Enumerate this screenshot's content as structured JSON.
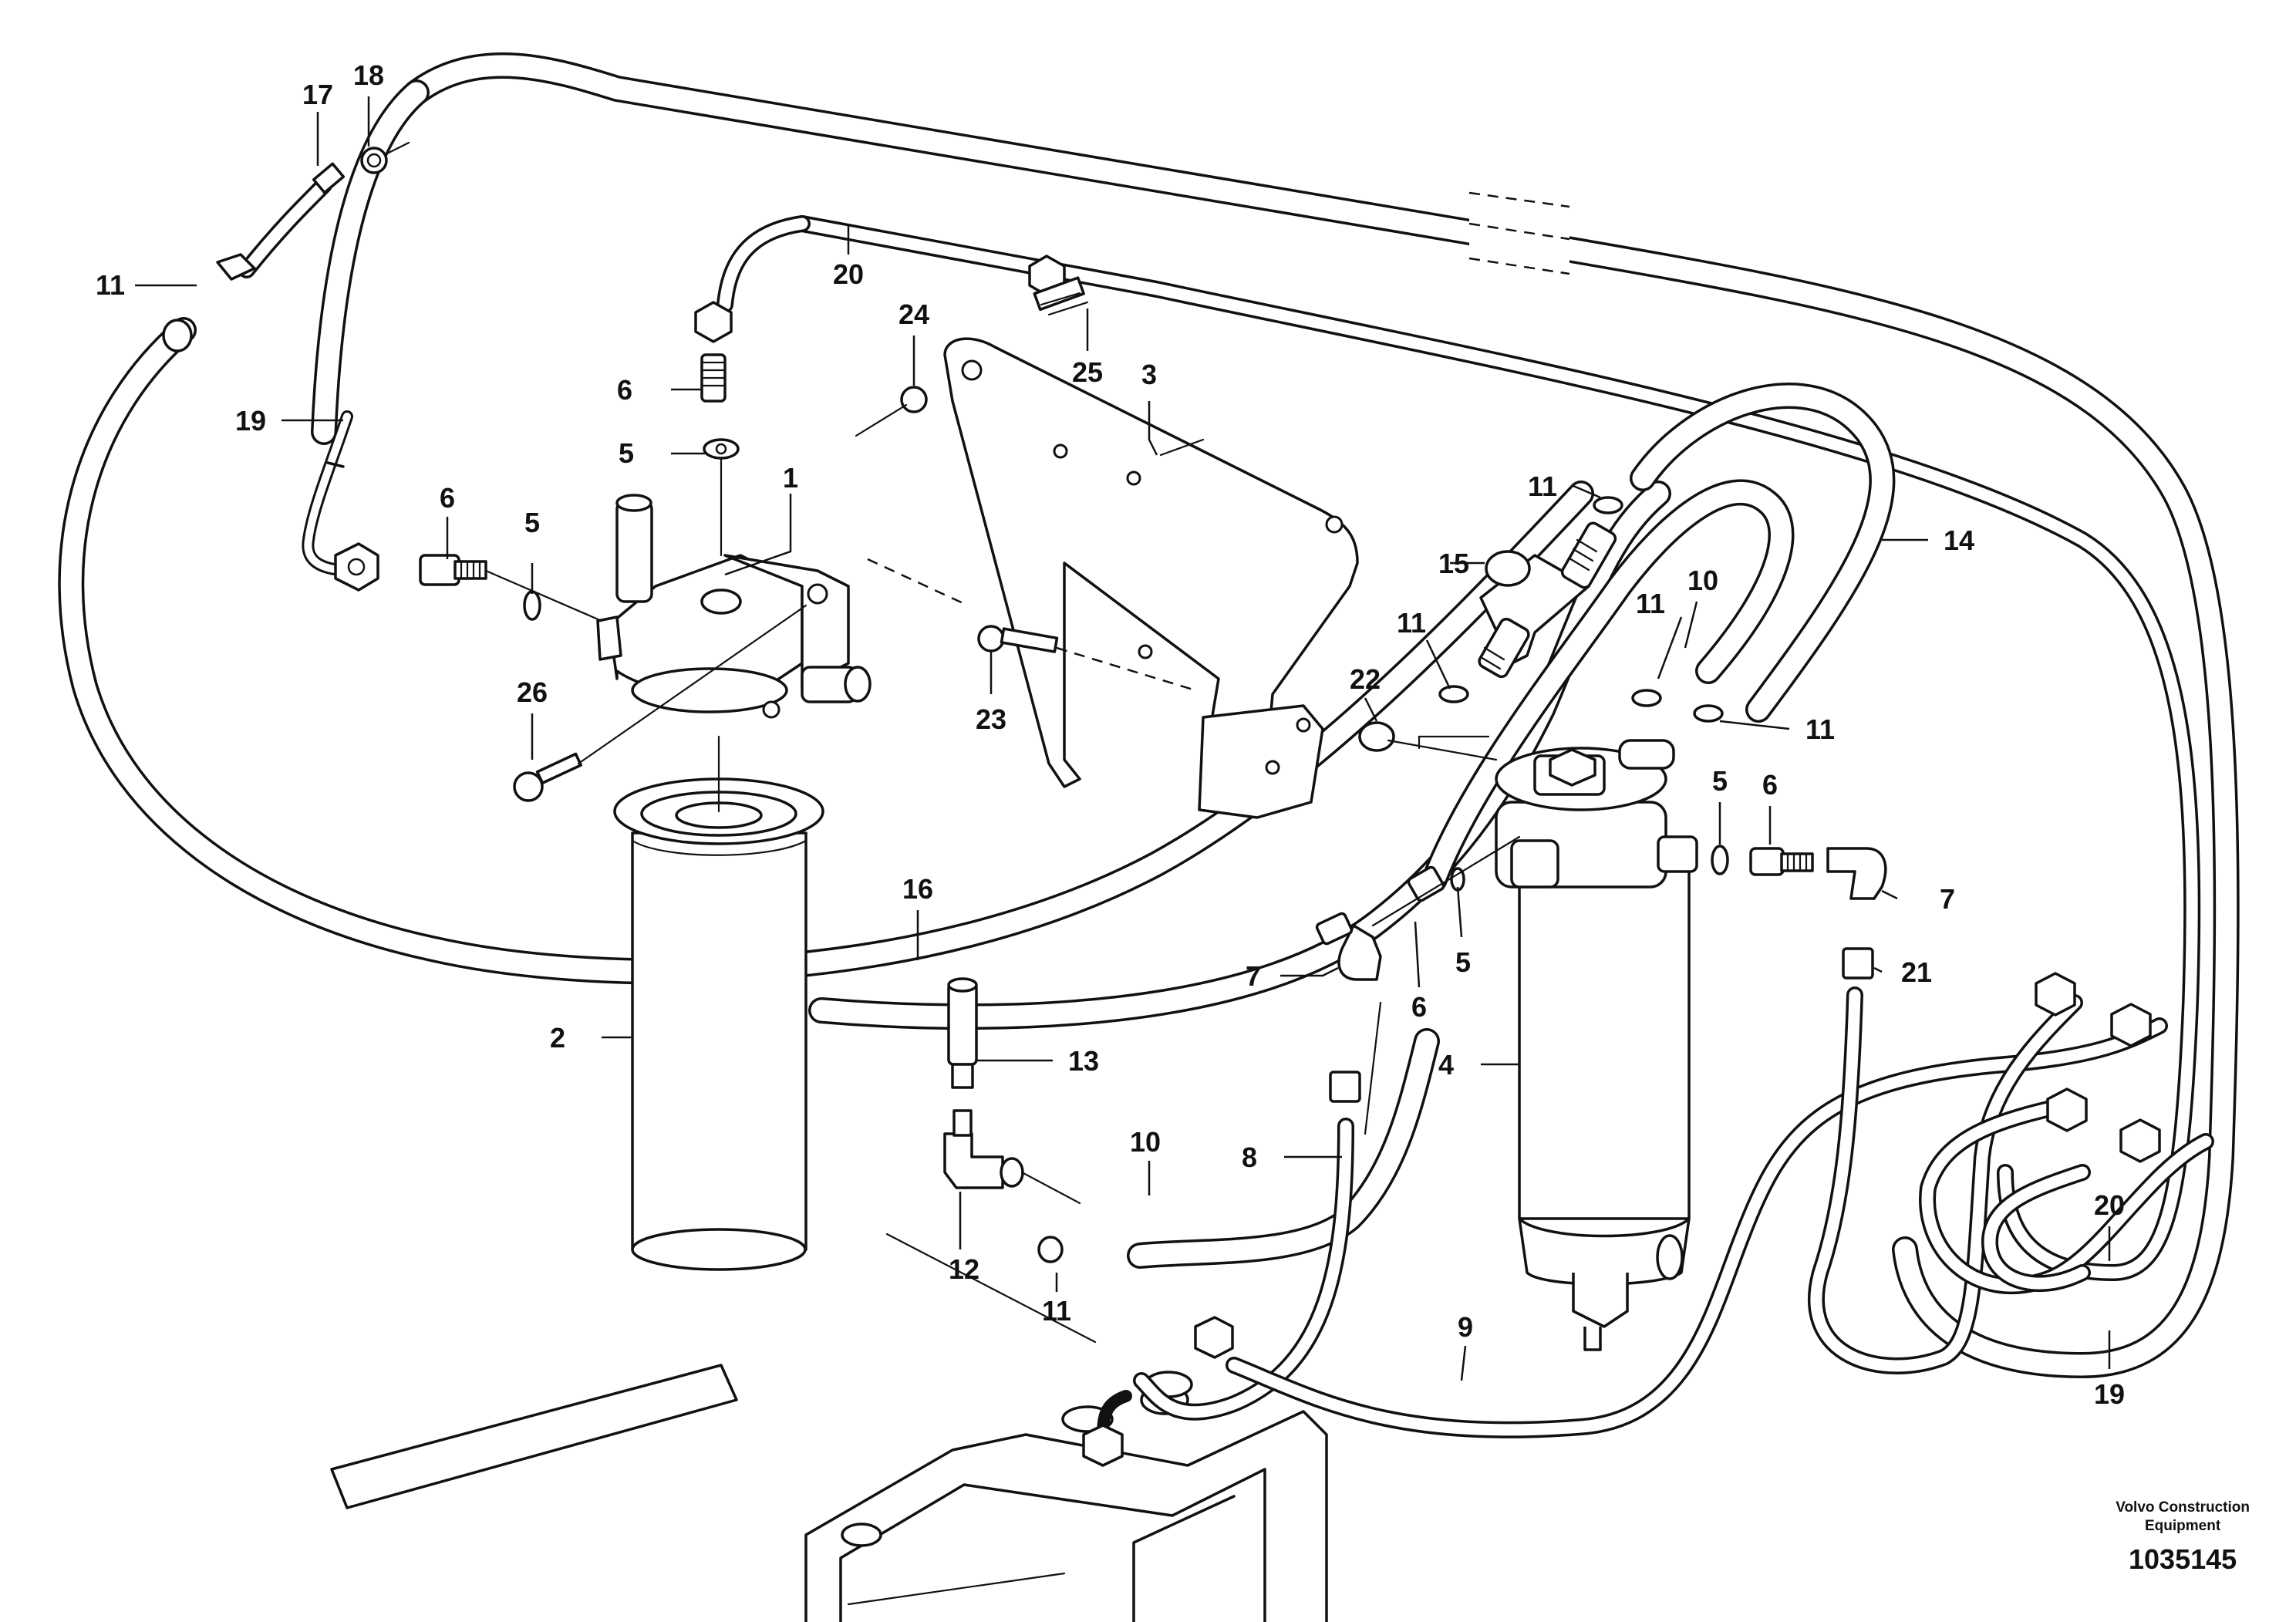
{
  "diagram": {
    "callouts": [
      {
        "id": "c1",
        "label": "1"
      },
      {
        "id": "c2",
        "label": "2"
      },
      {
        "id": "c3",
        "label": "3"
      },
      {
        "id": "c4",
        "label": "4"
      },
      {
        "id": "c5a",
        "label": "5"
      },
      {
        "id": "c5b",
        "label": "5"
      },
      {
        "id": "c5c",
        "label": "5"
      },
      {
        "id": "c5d",
        "label": "5"
      },
      {
        "id": "c6a",
        "label": "6"
      },
      {
        "id": "c6b",
        "label": "6"
      },
      {
        "id": "c6c",
        "label": "6"
      },
      {
        "id": "c6d",
        "label": "6"
      },
      {
        "id": "c7a",
        "label": "7"
      },
      {
        "id": "c7b",
        "label": "7"
      },
      {
        "id": "c8",
        "label": "8"
      },
      {
        "id": "c9",
        "label": "9"
      },
      {
        "id": "c10a",
        "label": "10"
      },
      {
        "id": "c10b",
        "label": "10"
      },
      {
        "id": "c11a",
        "label": "11"
      },
      {
        "id": "c11b",
        "label": "11"
      },
      {
        "id": "c11c",
        "label": "11"
      },
      {
        "id": "c11d",
        "label": "11"
      },
      {
        "id": "c11e",
        "label": "11"
      },
      {
        "id": "c11f",
        "label": "11"
      },
      {
        "id": "c12",
        "label": "12"
      },
      {
        "id": "c13",
        "label": "13"
      },
      {
        "id": "c14",
        "label": "14"
      },
      {
        "id": "c15",
        "label": "15"
      },
      {
        "id": "c16",
        "label": "16"
      },
      {
        "id": "c17",
        "label": "17"
      },
      {
        "id": "c18",
        "label": "18"
      },
      {
        "id": "c19a",
        "label": "19"
      },
      {
        "id": "c19b",
        "label": "19"
      },
      {
        "id": "c20a",
        "label": "20"
      },
      {
        "id": "c20b",
        "label": "20"
      },
      {
        "id": "c21",
        "label": "21"
      },
      {
        "id": "c22",
        "label": "22"
      },
      {
        "id": "c23",
        "label": "23"
      },
      {
        "id": "c24",
        "label": "24"
      },
      {
        "id": "c25",
        "label": "25"
      },
      {
        "id": "c26",
        "label": "26"
      }
    ]
  },
  "footer": {
    "brand_line1": "Volvo Construction",
    "brand_line2": "Equipment",
    "drawing_number": "1035145"
  }
}
